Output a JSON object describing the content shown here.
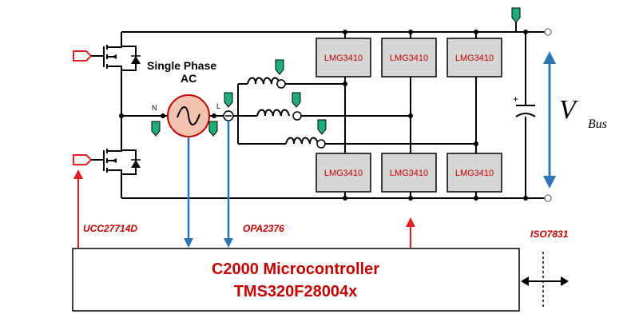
{
  "diagram": {
    "ac_source_label": "Single Phase\nAC",
    "ac_label_line1": "Single Phase",
    "ac_label_line2": "AC",
    "neutral_label": "N",
    "line_label": "L",
    "gan_switch_label": "LMG3410",
    "gate_driver_label": "UCC27714D",
    "opamp_label": "OPA2376",
    "isolator_label": "ISO7831",
    "mcu_line1": "C2000 Microcontroller",
    "mcu_line2": "TMS320F28004x",
    "vbus_symbol": "V",
    "vbus_subscript": "Bus",
    "capacitor_polarity": "+",
    "colors": {
      "label_red": "#c00000",
      "signal_blue": "#2e75b6",
      "sensor_green": "#1fae7a",
      "switch_fill": "#d6d6d6"
    }
  }
}
